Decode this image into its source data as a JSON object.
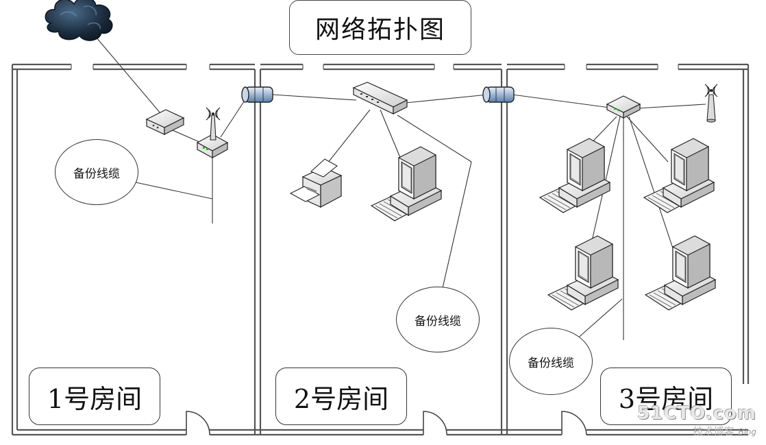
{
  "title": "网络拓扑图",
  "rooms": [
    {
      "label": "1号房间"
    },
    {
      "label": "2号房间"
    },
    {
      "label": "3号房间"
    }
  ],
  "cable_labels": [
    "备份线缆",
    "备份线缆",
    "备份线缆"
  ],
  "icons": {
    "internet": "cloud-icon",
    "modem": "modem-icon",
    "router": "wireless-router-icon",
    "connector": "cable-connector-icon",
    "switch": "network-switch-icon",
    "printer": "printer-icon",
    "computer": "desktop-computer-icon",
    "access_point": "wireless-access-point-icon"
  },
  "watermark": {
    "main": "51CTO.com",
    "sub": "技术博客",
    "blog": "Blog"
  }
}
